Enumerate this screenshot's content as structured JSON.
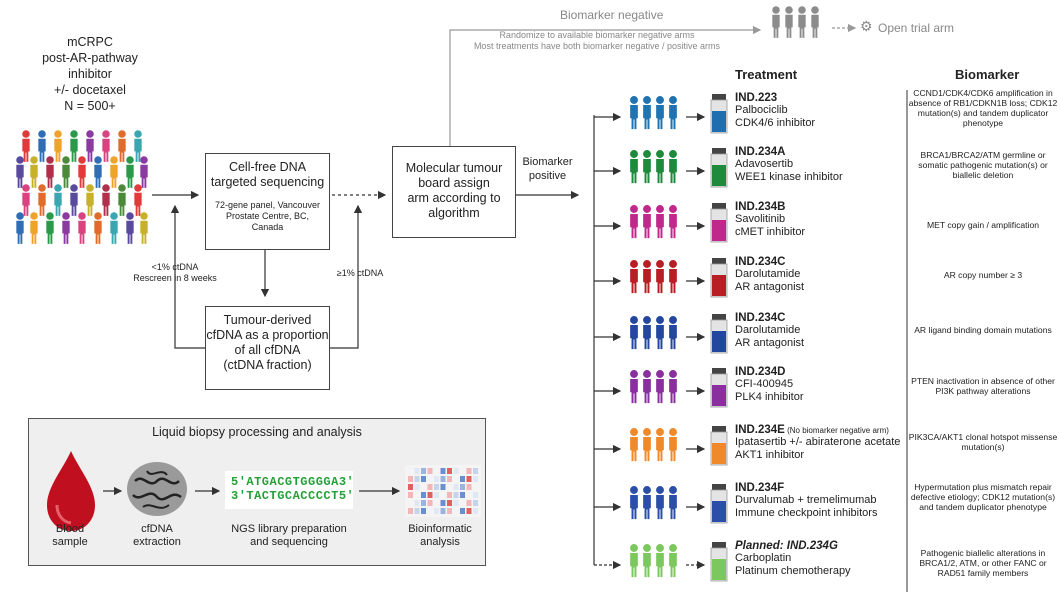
{
  "population": {
    "lines": [
      "mCRPC",
      "post-AR-pathway",
      "inhibitor",
      "+/- docetaxel",
      "N = 500+"
    ]
  },
  "flow": {
    "cfdna_title": "Cell-free DNA targeted sequencing",
    "cfdna_detail": "72-gene panel, Vancouver Prostate Centre, BC, Canada",
    "tumour_box": [
      "Tumour-derived",
      "cfDNA as a proportion",
      "of all cfDNA",
      "(ctDNA fraction)"
    ],
    "low_ctdna": [
      "<1% ctDNA",
      "Rescreen in 8 weeks"
    ],
    "high_ctdna": "≥1% ctDNA",
    "mtb_box": [
      "Molecular tumour",
      "board assign",
      "arm according to",
      "algorithm"
    ],
    "biomarker_positive": [
      "Biomarker",
      "positive"
    ],
    "biomarker_negative": "Biomarker negative",
    "negative_note": [
      "Randomize to available biomarker negative arms",
      "Most treatments have both biomarker negative / positive arms"
    ],
    "open_trial_arm": "Open trial arm"
  },
  "headers": {
    "treatment": "Treatment",
    "biomarker": "Biomarker"
  },
  "arms": [
    {
      "id": "IND.223",
      "drug": "Palbociclib",
      "cls": "CDK4/6 inhibitor",
      "color": "#1f73b0",
      "vial": "#1f6fb0",
      "biomarker": "CCND1/CDK4/CDK6 amplification in absence of RB1/CDKN1B loss; CDK12 mutation(s) and tandem duplicator phenotype"
    },
    {
      "id": "IND.234A",
      "drug": "Adavosertib",
      "cls": "WEE1 kinase inhibitor",
      "color": "#1e8a3c",
      "vial": "#1e8a3c",
      "biomarker": "BRCA1/BRCA2/ATM germline or somatic pathogenic mutation(s) or biallelic deletion"
    },
    {
      "id": "IND.234B",
      "drug": "Savolitinib",
      "cls": "cMET inhibitor",
      "color": "#c0288c",
      "vial": "#c0288c",
      "biomarker": "MET copy gain / amplification"
    },
    {
      "id": "IND.234C",
      "drug": "Darolutamide",
      "cls": "AR antagonist",
      "color": "#b81f25",
      "vial": "#b81f25",
      "biomarker": "AR copy number ≥ 3"
    },
    {
      "id": "IND.234C",
      "drug": "Darolutamide",
      "cls": "AR antagonist",
      "color": "#23479e",
      "vial": "#23479e",
      "biomarker": "AR ligand binding domain mutations"
    },
    {
      "id": "IND.234D",
      "drug": "CFI-400945",
      "cls": "PLK4 inhibitor",
      "color": "#8a2f9e",
      "vial": "#8a2f9e",
      "biomarker": "PTEN inactivation in absence of other PI3K pathway alterations"
    },
    {
      "id": "IND.234E",
      "note": "(No biomarker negative arm)",
      "drug": "Ipatasertib +/- abiraterone acetate",
      "cls": "AKT1 inhibitor",
      "color": "#f0892a",
      "vial": "#f0892a",
      "biomarker": "PIK3CA/AKT1 clonal hotspot missense mutation(s)"
    },
    {
      "id": "IND.234F",
      "drug": "Durvalumab + tremelimumab",
      "cls": "Immune checkpoint inhibitors",
      "color": "#2b4fa8",
      "vial": "#2b4fa8",
      "biomarker": "Hypermutation plus mismatch repair defective etiology; CDK12 mutation(s) and tandem duplicator phenotype"
    },
    {
      "id": "Planned: IND.234G",
      "drug": "Carboplatin",
      "cls": "Platinum chemotherapy",
      "color": "#7cc85e",
      "vial": "#7cc85e",
      "biomarker": "Pathogenic biallelic alterations in BRCA1/2, ATM, or other FANC or RAD51 family members"
    }
  ],
  "liquid": {
    "title": "Liquid biopsy processing and analysis",
    "blood": [
      "Blood",
      "sample"
    ],
    "cfdna": [
      "cfDNA",
      "extraction"
    ],
    "seq1": "5'ATGACGTGGGGA3'",
    "seq2": "3'TACTGCACCCCT5'",
    "ngs": [
      "NGS library preparation",
      "and sequencing"
    ],
    "bio": [
      "Bioinformatic",
      "analysis"
    ]
  }
}
